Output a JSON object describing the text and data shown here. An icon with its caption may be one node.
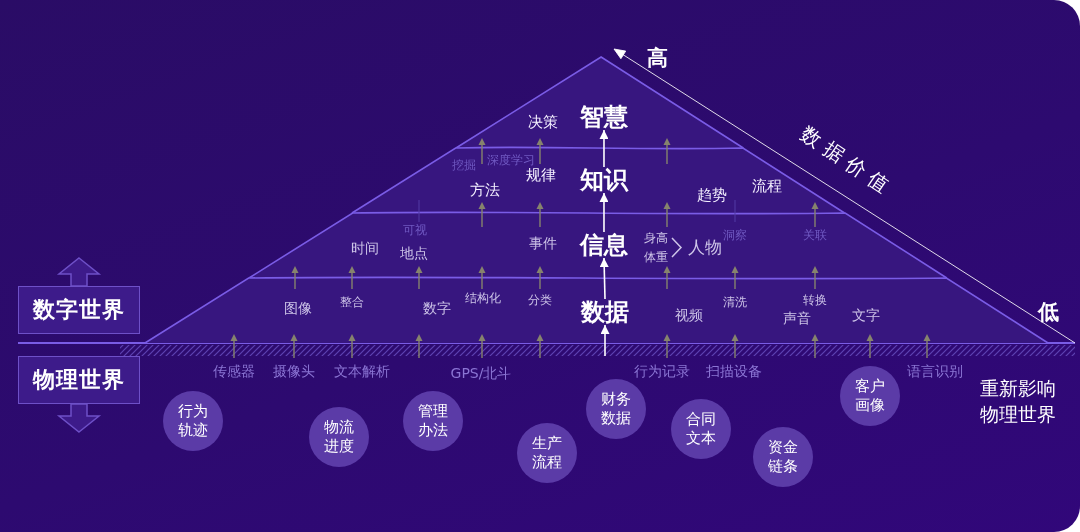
{
  "diagram": {
    "nodes": [
      {
        "text": [
          "决策"
        ]
      },
      {
        "text": [
          "智慧"
        ],
        "in": 0
      },
      {
        "text": [
          "挖掘",
          "深度学习",
          "方法",
          "规律",
          "趋势",
          "流程"
        ]
      },
      {
        "text": [
          "知识"
        ],
        "in": 2
      },
      {
        "text": [
          "时间",
          "可视",
          "地点",
          "事件",
          "身高",
          "体重",
          "人物",
          "洞察",
          "关联"
        ]
      },
      {
        "text": [
          "信息"
        ],
        "in": 4
      },
      {
        "text": [
          "图像",
          "整合",
          "数字",
          "结构化",
          "分类",
          "视频",
          "清洗",
          "转换",
          "声音",
          "文字"
        ]
      },
      {
        "text": [
          "数据"
        ],
        "in": 6
      },
      {
        "text": [
          "数字世界"
        ]
      },
      {
        "text": [
          "物理世界"
        ]
      },
      {
        "text": [
          "行为轨迹"
        ]
      },
      {
        "text": [
          "物流进度"
        ]
      },
      {
        "text": [
          "管理办法"
        ]
      },
      {
        "text": [
          "生产流程"
        ]
      },
      {
        "text": [
          "财务数据"
        ]
      },
      {
        "text": [
          "合同文本"
        ]
      },
      {
        "text": [
          "资金链条"
        ]
      },
      {
        "text": [
          "客户画像"
        ]
      }
    ],
    "edges": [
      {
        "from": null,
        "to": 7,
        "arrow": "to"
      },
      {
        "from": 7,
        "to": 5,
        "arrow": "to"
      },
      {
        "from": 5,
        "to": 3,
        "arrow": "to"
      },
      {
        "from": 3,
        "to": 1,
        "arrow": "to"
      }
    ],
    "labels": [
      "高",
      "数据价值",
      "低",
      "传感器",
      "摄像头",
      "文本解析",
      "GPS/北斗",
      "行为记录",
      "扫描设备",
      "语言识别",
      "重新影响物理世界"
    ]
  }
}
